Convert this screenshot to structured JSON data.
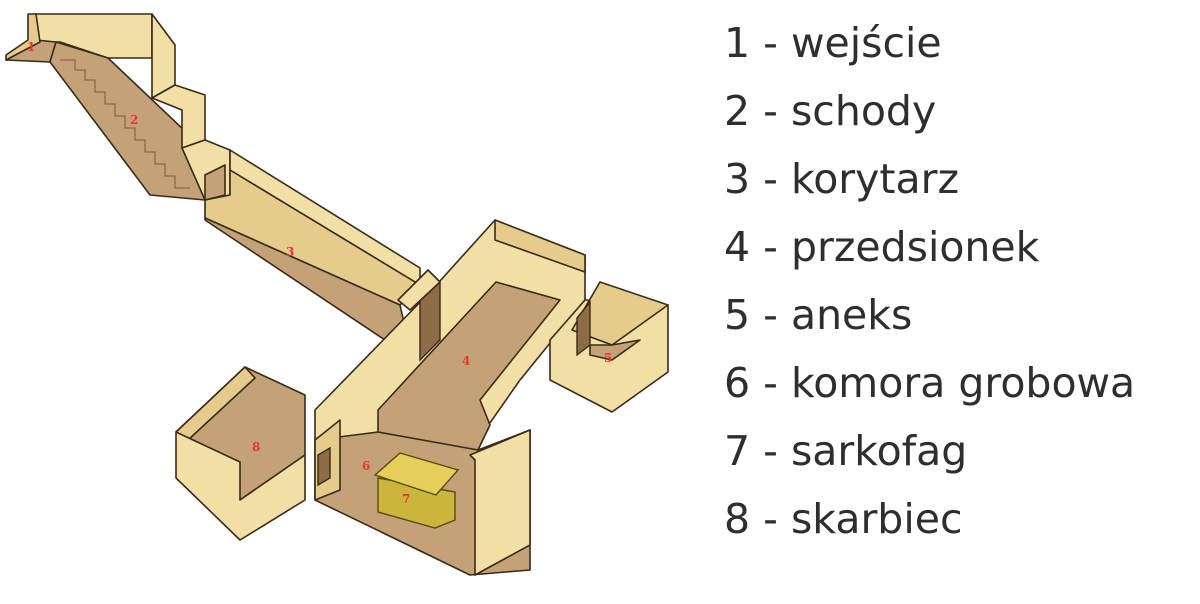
{
  "diagram": {
    "labels": [
      "1",
      "2",
      "3",
      "4",
      "5",
      "6",
      "7",
      "8"
    ]
  },
  "legend": [
    {
      "num": "1",
      "name": "1 - wejście"
    },
    {
      "num": "2",
      "name": "2 - schody"
    },
    {
      "num": "3",
      "name": "3 - korytarz"
    },
    {
      "num": "4",
      "name": "4 - przedsionek"
    },
    {
      "num": "5",
      "name": "5 - aneks"
    },
    {
      "num": "6",
      "name": "6 - komora grobowa"
    },
    {
      "num": "7",
      "name": "7 - sarkofag"
    },
    {
      "num": "8",
      "name": "8 - skarbiec"
    }
  ],
  "colors": {
    "wall": "#f2dfa6",
    "floor": "#c4a277",
    "sarcophagus": "#e3cf5a",
    "label": "#ee3333"
  }
}
